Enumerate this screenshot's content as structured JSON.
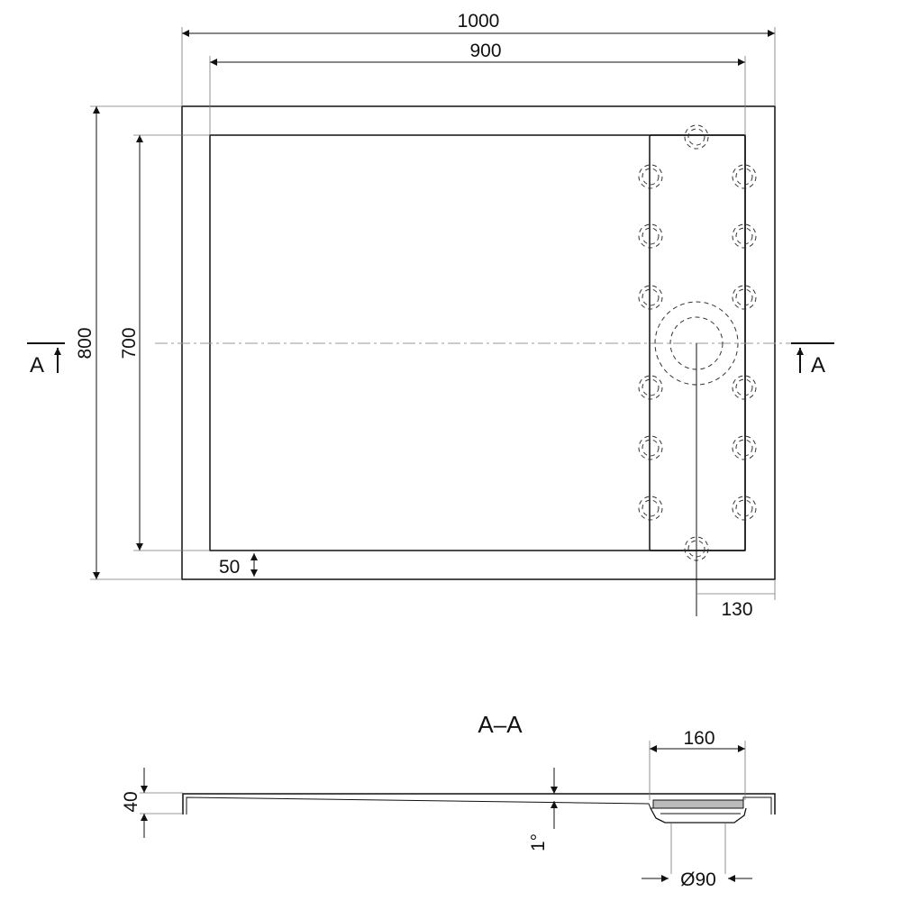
{
  "plan": {
    "overall_width": "1000",
    "inner_width": "900",
    "overall_depth": "800",
    "inner_depth": "700",
    "rim": "50",
    "drain_offset": "130",
    "section_mark_left": "A",
    "section_mark_right": "A"
  },
  "section": {
    "title": "A–A",
    "channel_width": "160",
    "height": "40",
    "slope": "1°",
    "drain_diameter": "Ø90"
  }
}
